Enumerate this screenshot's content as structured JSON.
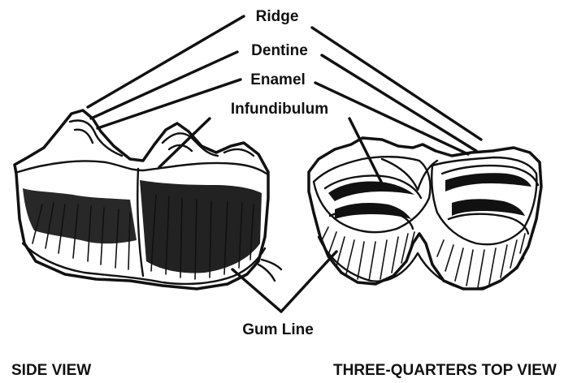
{
  "labels": {
    "ridge": "Ridge",
    "dentine": "Dentine",
    "enamel": "Enamel",
    "infundibulum": "Infundibulum",
    "gum_line": "Gum Line"
  },
  "views": {
    "side": "SIDE VIEW",
    "three_quarters": "THREE-QUARTERS TOP VIEW"
  }
}
